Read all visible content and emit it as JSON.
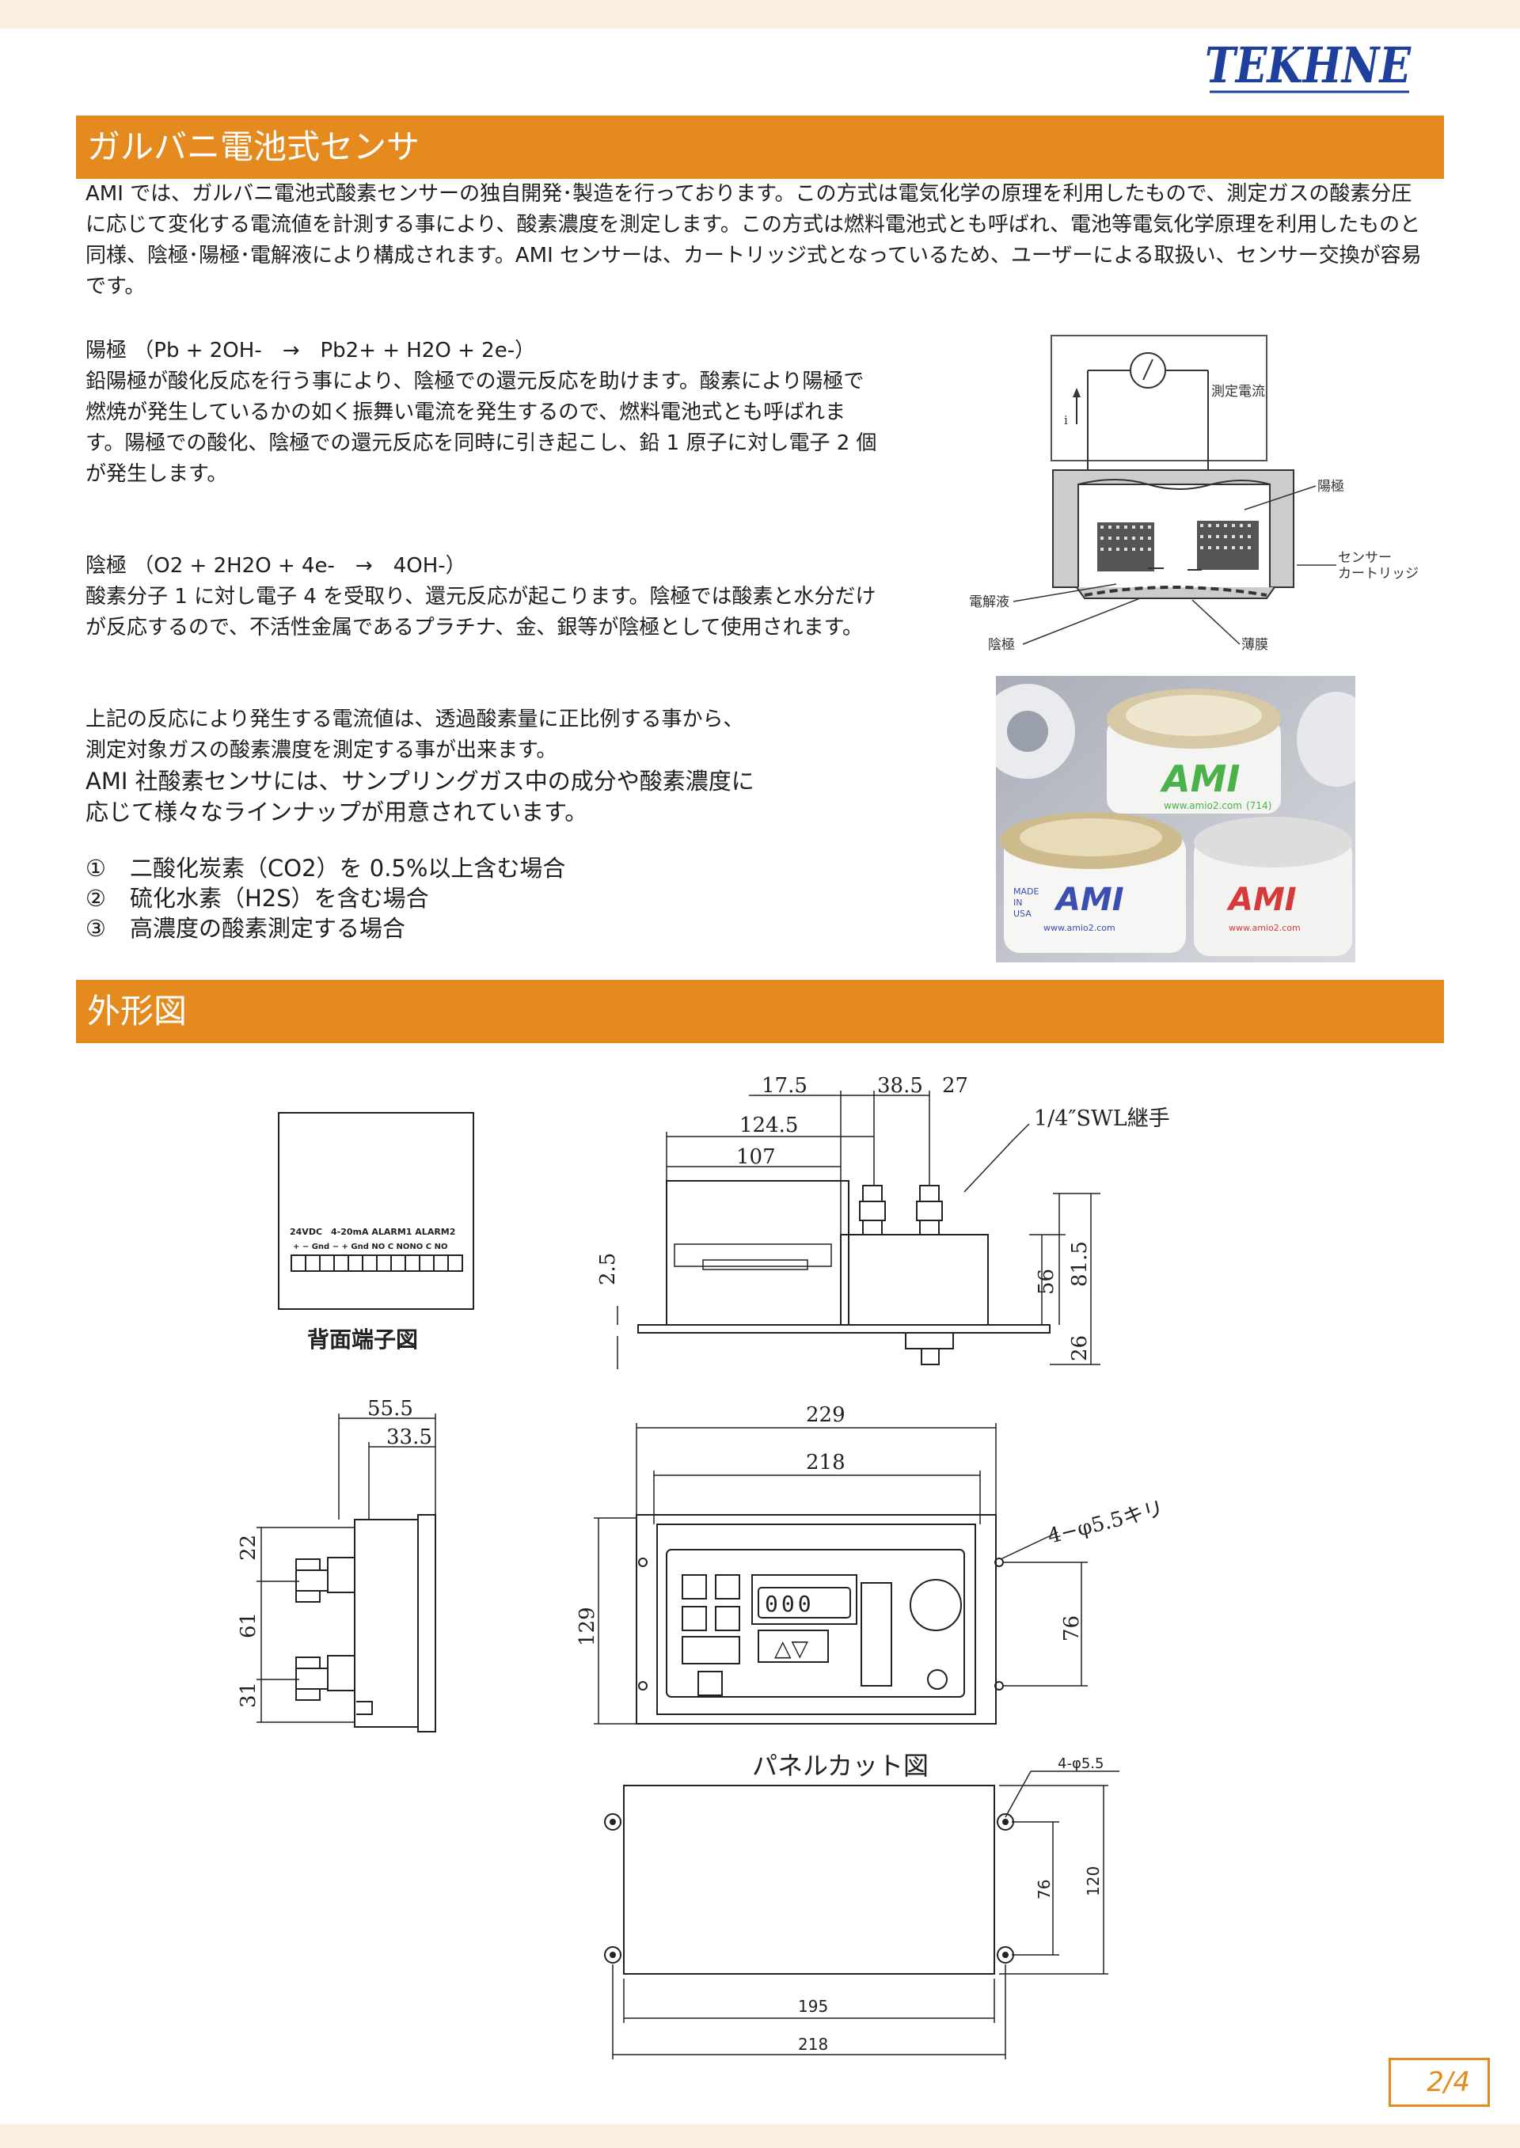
{
  "brand": {
    "logo_text": "TEKHNE",
    "color": "#1f3f9c"
  },
  "accent_color": "#e58a1e",
  "sections": [
    {
      "title": "ガルバニ電池式センサ"
    },
    {
      "title": "外形図"
    }
  ],
  "intro": "AMI では、ガルバニ電池式酸素センサーの独自開発･製造を行っております。この方式は電気化学の原理を利用したもので、測定ガスの酸素分圧に応じて変化する電流値を計測する事により、酸素濃度を測定します。この方式は燃料電池式とも呼ばれ、電池等電気化学原理を利用したものと同様、陰極･陽極･電解液により構成されます。AMI センサーは、カートリッジ式となっているため、ユーザーによる取扱い、センサー交換が容易です。",
  "anode": {
    "heading": "陽極 （Pb + 2OH-　→　Pb2+ + H2O + 2e-）",
    "body": "鉛陽極が酸化反応を行う事により、陰極での還元反応を助けます。酸素により陽極で燃焼が発生しているかの如く振舞い電流を発生するので、燃料電池式とも呼ばれます。陽極での酸化、陰極での還元反応を同時に引き起こし、鉛 1 原子に対し電子 2 個が発生します。"
  },
  "cathode": {
    "heading": "陰極 （O2 + 2H2O + 4e-　→　4OH-）",
    "body": "酸素分子 1 に対し電子 4 を受取り、還元反応が起こります。陰極では酸素と水分だけが反応するので、不活性金属であるプラチナ、金、銀等が陰極として使用されます。"
  },
  "summary": {
    "line1": "上記の反応により発生する電流値は、透過酸素量に正比例する事から、",
    "line2": "測定対象ガスの酸素濃度を測定する事が出来ます。",
    "line3": "AMI 社酸素センサには、サンプリングガス中の成分や酸素濃度に",
    "line4": "応じて様々なラインナップが用意されています。"
  },
  "cases": [
    {
      "marker": "①",
      "text": "二酸化炭素（CO2）を 0.5%以上含む場合"
    },
    {
      "marker": "②",
      "text": "硫化水素（H2S）を含む場合"
    },
    {
      "marker": "③",
      "text": "高濃度の酸素測定する場合"
    }
  ],
  "sensor_diagram": {
    "current_label": "測定電流",
    "i_label": "i",
    "anode_label": "陽極",
    "cartridge_label_1": "センサー",
    "cartridge_label_2": "カートリッジ",
    "electrolyte_label": "電解液",
    "cathode_label": "陰極",
    "membrane_label": "薄膜"
  },
  "photo": {
    "brand": "AMI",
    "made_in_1": "MADE",
    "made_in_2": "IN",
    "made_in_3": "USA",
    "url": "www.amio2.com",
    "phone": "(714)"
  },
  "drawing": {
    "terminal": {
      "label_row": "24VDC　4-20mA ALARM1 ALARM2",
      "sign_row": "+ −  Gnd  − +  Gnd NO C NONO C NO",
      "caption": "背面端子図"
    },
    "side_top": {
      "d1": "17.5",
      "d2": "38.5",
      "d3": "27",
      "d4": "124.5",
      "d5": "107",
      "d6": "2.5",
      "d7": "56",
      "d8": "81.5",
      "d9": "26",
      "fitting": "1/4″SWL継手"
    },
    "side_left": {
      "d1": "55.5",
      "d2": "33.5",
      "d3": "22",
      "d4": "61",
      "d5": "31"
    },
    "front": {
      "d1": "229",
      "d2": "218",
      "d3": "129",
      "d4": "76",
      "holes": "4−φ5.5キリ",
      "display_digits": "000",
      "keys": "△▽"
    },
    "panel_cut": {
      "title": "パネルカット図",
      "holes": "4-φ5.5",
      "d1": "76",
      "d2": "120",
      "d3": "195",
      "d4": "218"
    }
  },
  "page_number": "2/4"
}
